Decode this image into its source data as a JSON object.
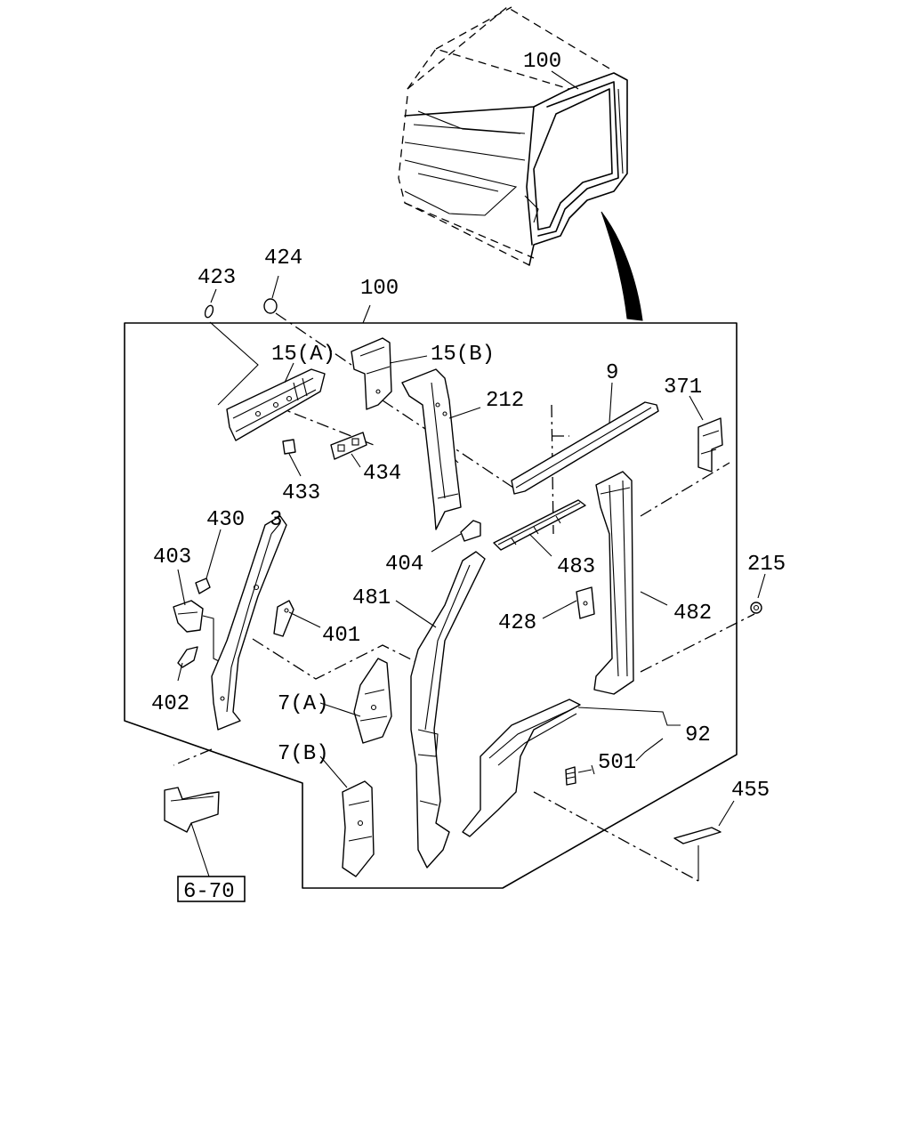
{
  "diagram": {
    "labels": {
      "l100_top": "100",
      "l100_frame": "100",
      "l423": "423",
      "l424": "424",
      "l15a": "15(A)",
      "l15b": "15(B)",
      "l212": "212",
      "l9": "9",
      "l371": "371",
      "l433": "433",
      "l434": "434",
      "l430": "430",
      "l3": "3",
      "l403": "403",
      "l404": "404",
      "l483": "483",
      "l481": "481",
      "l215": "215",
      "l428": "428",
      "l482": "482",
      "l401": "401",
      "l402": "402",
      "l7a": "7(A)",
      "l7b": "7(B)",
      "l92": "92",
      "l501": "501",
      "l455": "455",
      "ref670": "6-70"
    }
  }
}
